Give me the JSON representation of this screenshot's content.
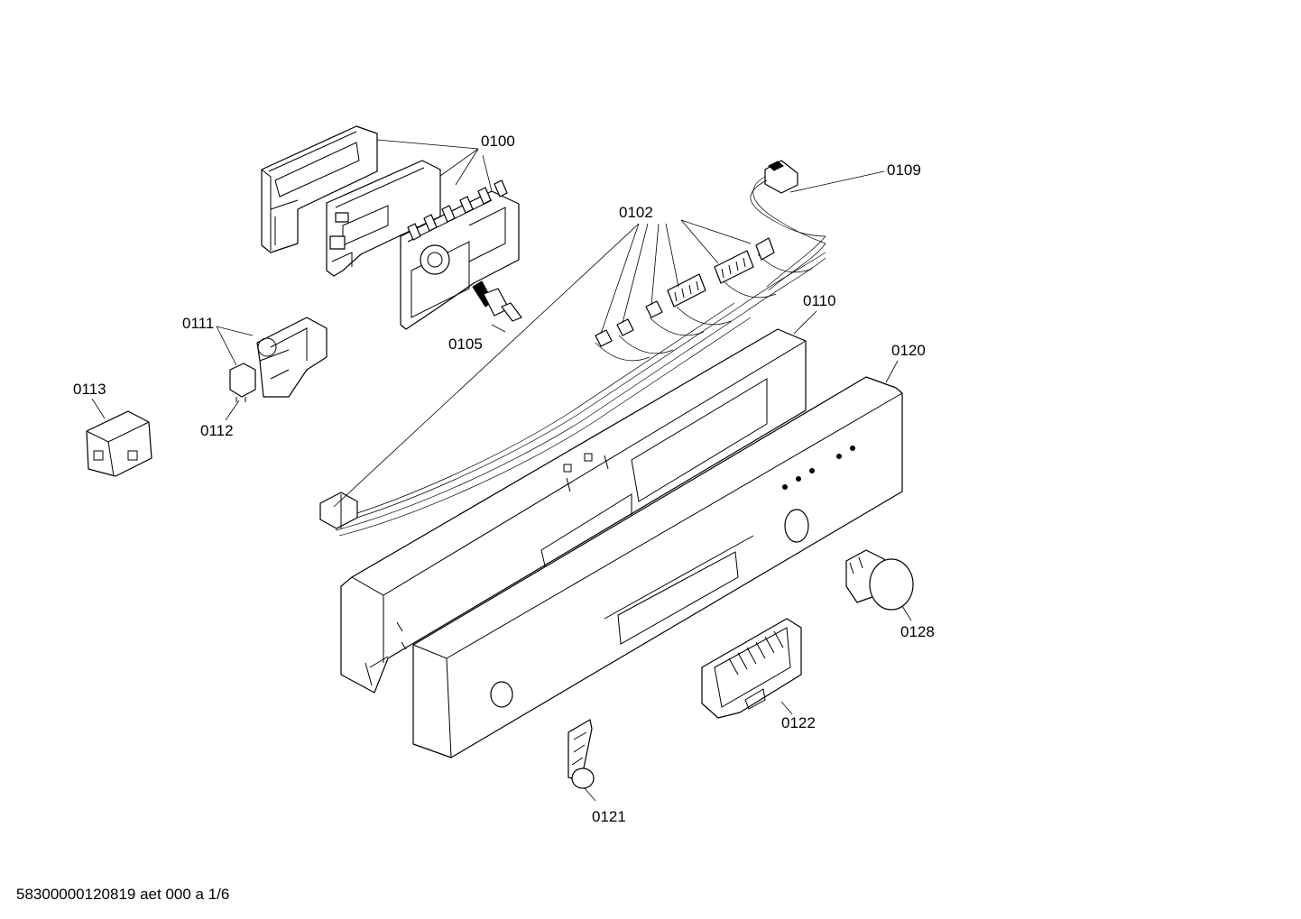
{
  "parts": {
    "p0100": "0100",
    "p0102": "0102",
    "p0105": "0105",
    "p0109": "0109",
    "p0110": "0110",
    "p0111": "0111",
    "p0112": "0112",
    "p0113": "0113",
    "p0120": "0120",
    "p0121": "0121",
    "p0122": "0122",
    "p0128": "0128"
  },
  "footer": "58300000120819 aet 000 a 1/6"
}
